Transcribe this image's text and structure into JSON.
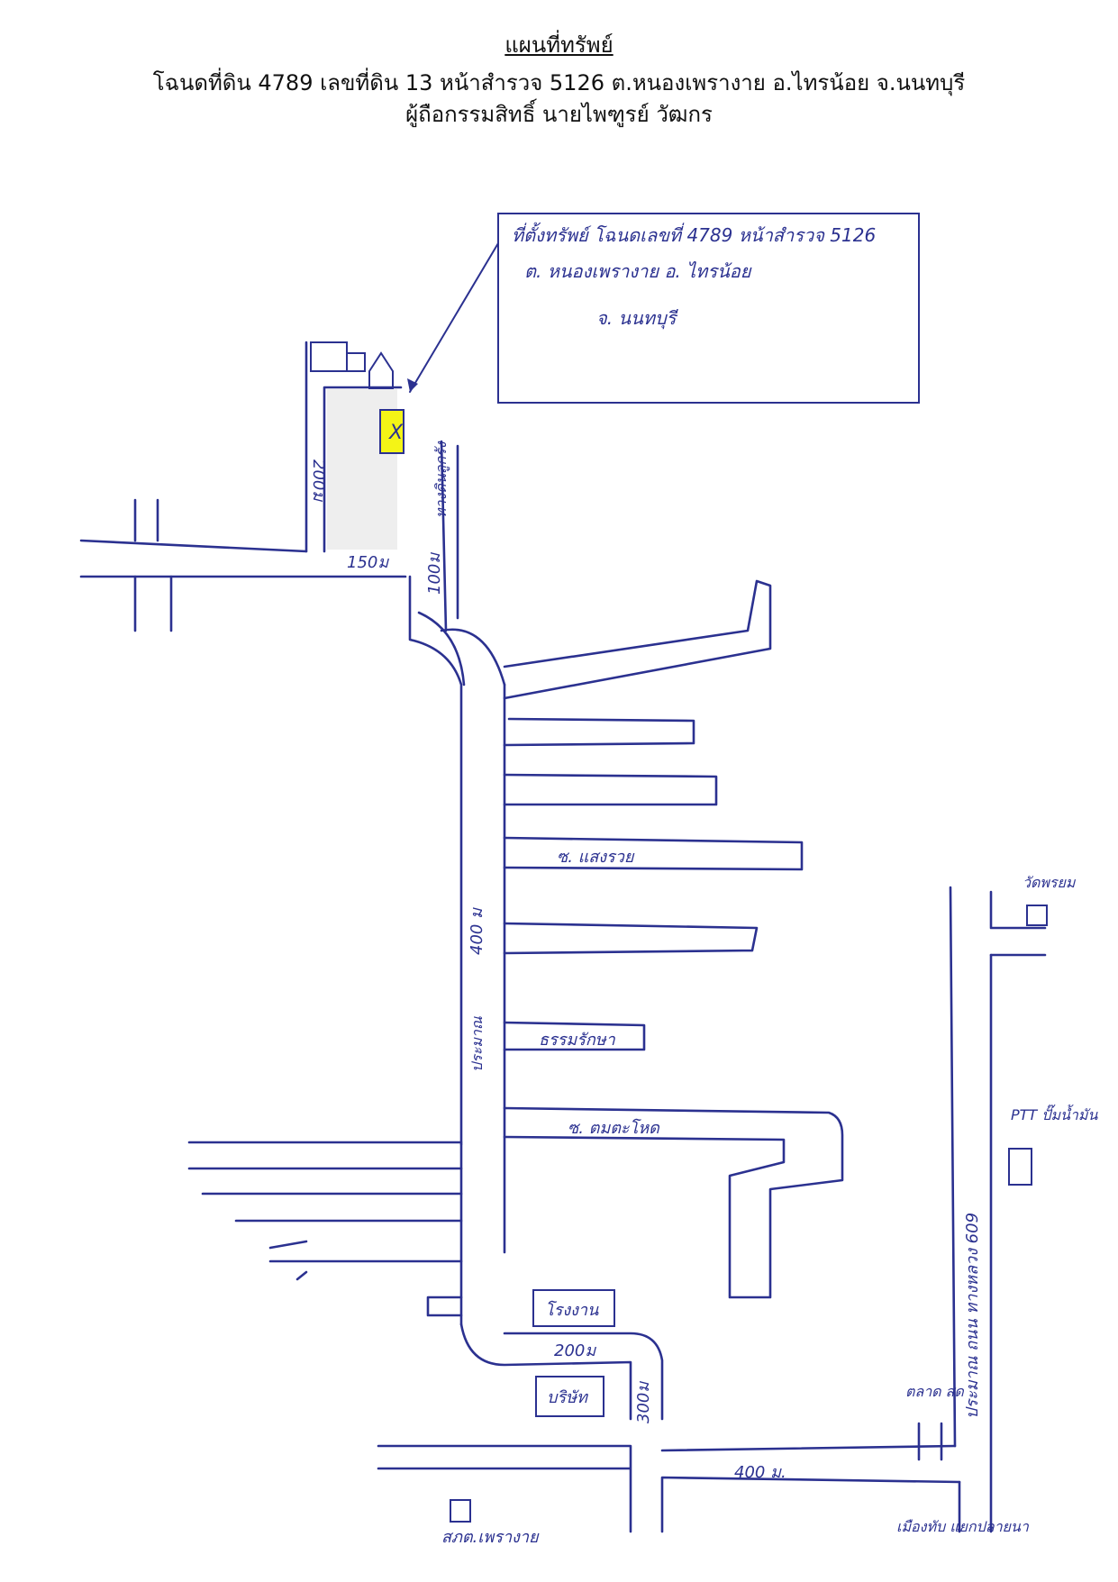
{
  "header": {
    "title": "แผนที่ทรัพย์",
    "subtitle": "โฉนดที่ดิน 4789 เลขที่ดิน 13 หน้าสำรวจ 5126 ต.หนองเพรางาย อ.ไทรน้อย จ.นนทบุรี",
    "owner": "ผู้ถือกรรมสิทธิ์  นายไพฑูรย์  วัฒกร"
  },
  "callout": {
    "line1": "ที่ตั้งทรัพย์ โฉนดเลขที่ 4789 หน้าสำรวจ 5126",
    "line2": "ต. หนองเพรางาย อ. ไทรน้อย",
    "line3": "จ. นนทบุรี"
  },
  "property_marker": "X",
  "labels": {
    "dist_200": "200ม",
    "dist_150": "150ม",
    "dist_100": "100ม",
    "dirt_road": "ทางดินลูกรัง",
    "soi_a": "ซ. แสงรวย",
    "dist_400_vertical": "400 ม",
    "approx": "ประมาณ",
    "soi_b": "ธรรมรักษา",
    "soi_c": "ซ. ตมตะโหด",
    "factory": "โรงงาน",
    "dist_200_bottom": "200ม",
    "company": "บริษัท",
    "dist_300": "300ม",
    "dist_400_bottom": "400 ม.",
    "police": "สภต.เพรางาย",
    "highway": "ประมาณ ถนน ทางหลวง 609",
    "temple": "วัดพรยม",
    "ptt": "PTT ปั๊มน้ำมัน",
    "market": "ตลาด สด",
    "municipality": "เมืองทับ แยกปลายนา"
  }
}
